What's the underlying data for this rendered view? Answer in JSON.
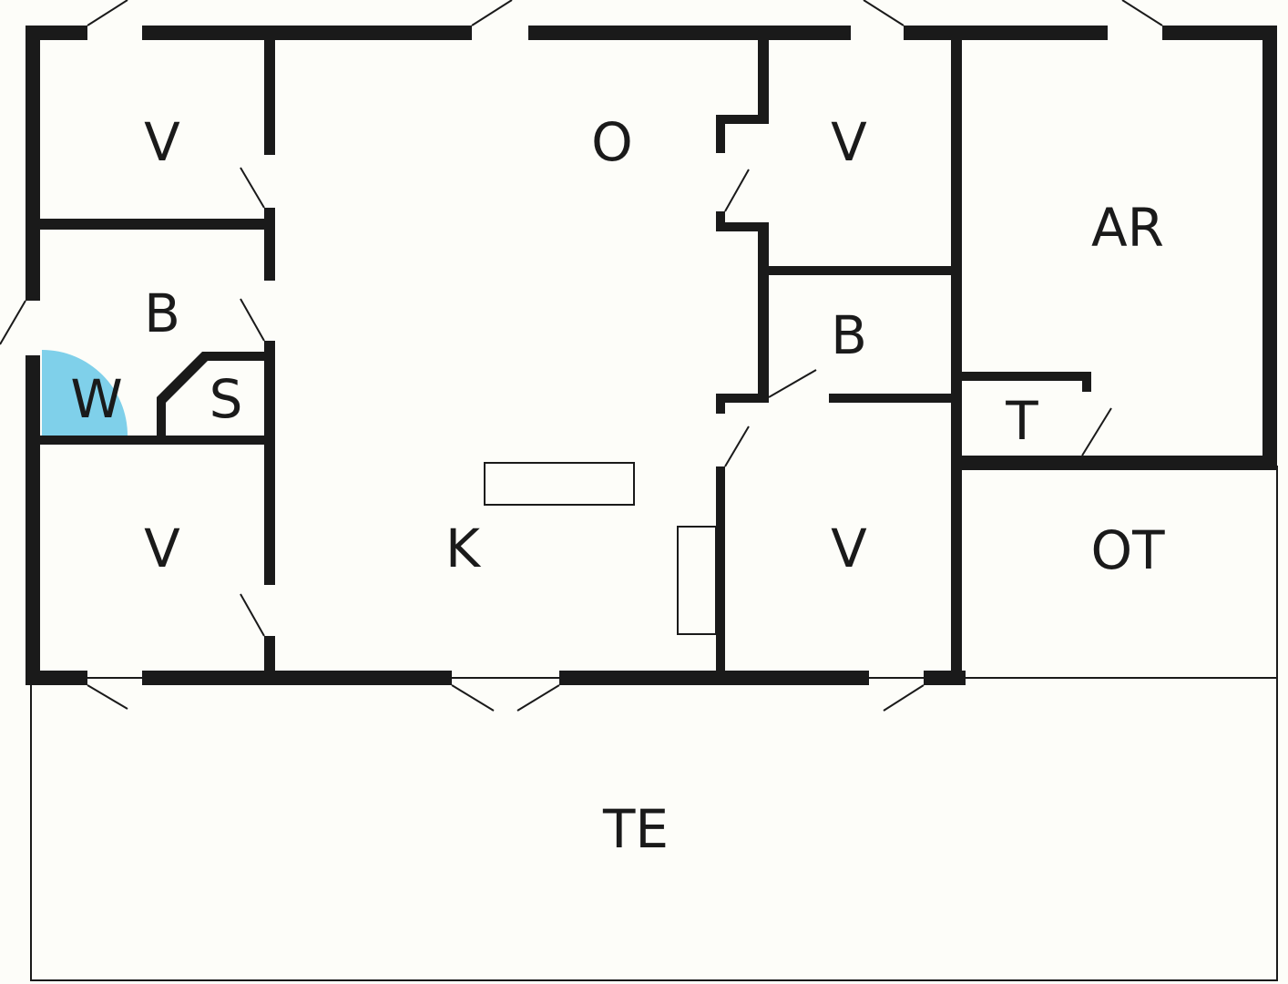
{
  "accent_colors": {
    "shower": "#7fd0ea",
    "wall": "#1a1a1a",
    "floor": "#fdfdf9"
  },
  "rooms": {
    "bedroom_tl": "V",
    "living": "O",
    "bedroom_tm": "V",
    "utility": "AR",
    "bath_left": "B",
    "shower": "W",
    "sauna": "S",
    "bath_mid": "B",
    "toilet": "T",
    "bedroom_bl": "V",
    "kitchen": "K",
    "bedroom_bm": "V",
    "covered_terrace": "OT",
    "terrace": "TE"
  }
}
